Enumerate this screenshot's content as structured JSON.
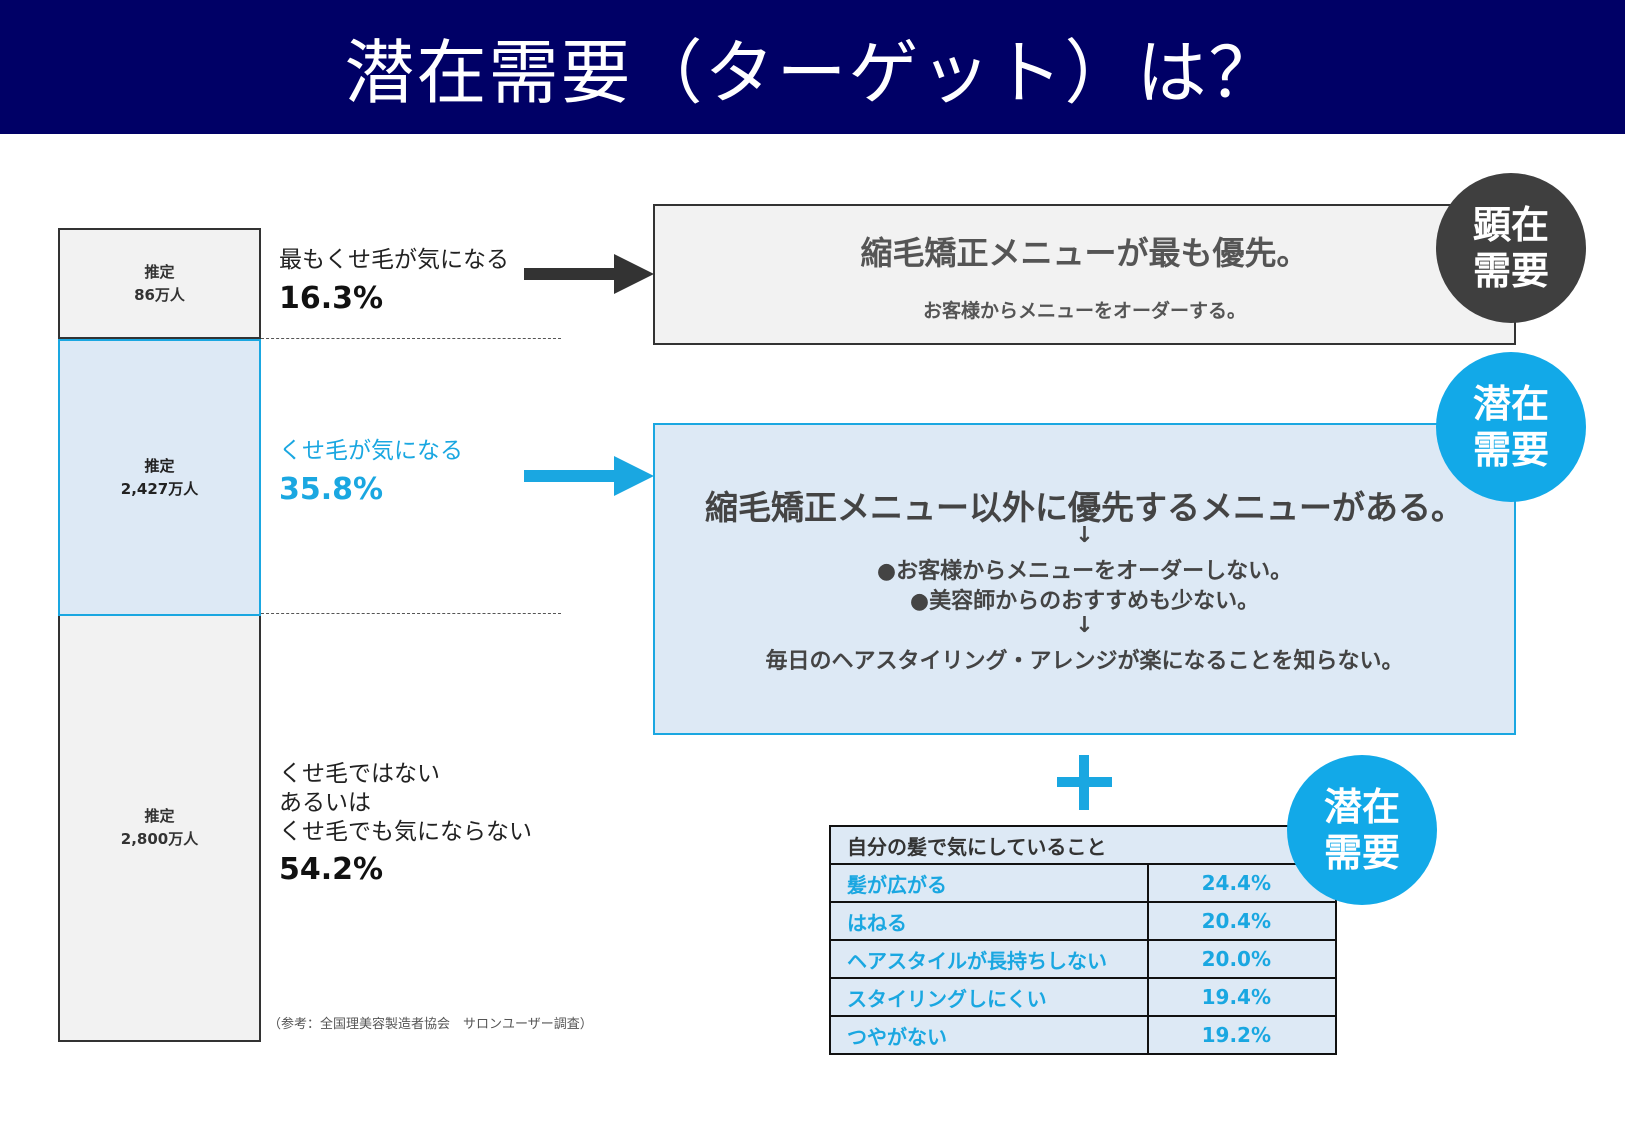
{
  "title": "潜在需要（ターゲット）は？",
  "segments": [
    {
      "estimate_label": "推定",
      "estimate_value": "86万人",
      "label_lines": [
        "最もくせ毛が気になる"
      ],
      "percent": "16.3%"
    },
    {
      "estimate_label": "推定",
      "estimate_value": "2,427万人",
      "label_lines": [
        "くせ毛が気になる"
      ],
      "percent": "35.8%"
    },
    {
      "estimate_label": "推定",
      "estimate_value": "2,800万人",
      "label_lines": [
        "くせ毛ではない",
        "あるいは",
        "くせ毛でも気にならない"
      ],
      "percent": "54.2%"
    }
  ],
  "reference": "（参考：全国理美容製造者協会　サロンユーザー調査）",
  "box_manifest": {
    "title": "縮毛矯正メニューが最も優先。",
    "subtitle": "お客様からメニューをオーダーする。",
    "badge_lines": [
      "顕在",
      "需要"
    ]
  },
  "box_latent": {
    "title": "縮毛矯正メニュー以外に優先するメニューがある。",
    "down_arrow": "↓",
    "bullet1": "●お客様からメニューをオーダーしない。",
    "bullet2": "●美容師からのおすすめも少ない。",
    "conclusion": "毎日のヘアスタイリング・アレンジが楽になることを知らない。",
    "badge_lines": [
      "潜在",
      "需要"
    ]
  },
  "worry_table": {
    "header": "自分の髪で気にしていること",
    "rows": [
      {
        "item": "髪が広がる",
        "value": "24.4%"
      },
      {
        "item": "はねる",
        "value": "20.4%"
      },
      {
        "item": "ヘアスタイルが長持ちしない",
        "value": "20.0%"
      },
      {
        "item": "スタイリングしにくい",
        "value": "19.4%"
      },
      {
        "item": "つやがない",
        "value": "19.2%"
      }
    ],
    "badge_lines": [
      "潜在",
      "需要"
    ]
  },
  "colors": {
    "header_bg": "#000066",
    "accent_blue": "#1aa7e1",
    "dark": "#333333",
    "light_blue_bg": "#dde9f5",
    "gray_bg": "#f2f2f2"
  }
}
